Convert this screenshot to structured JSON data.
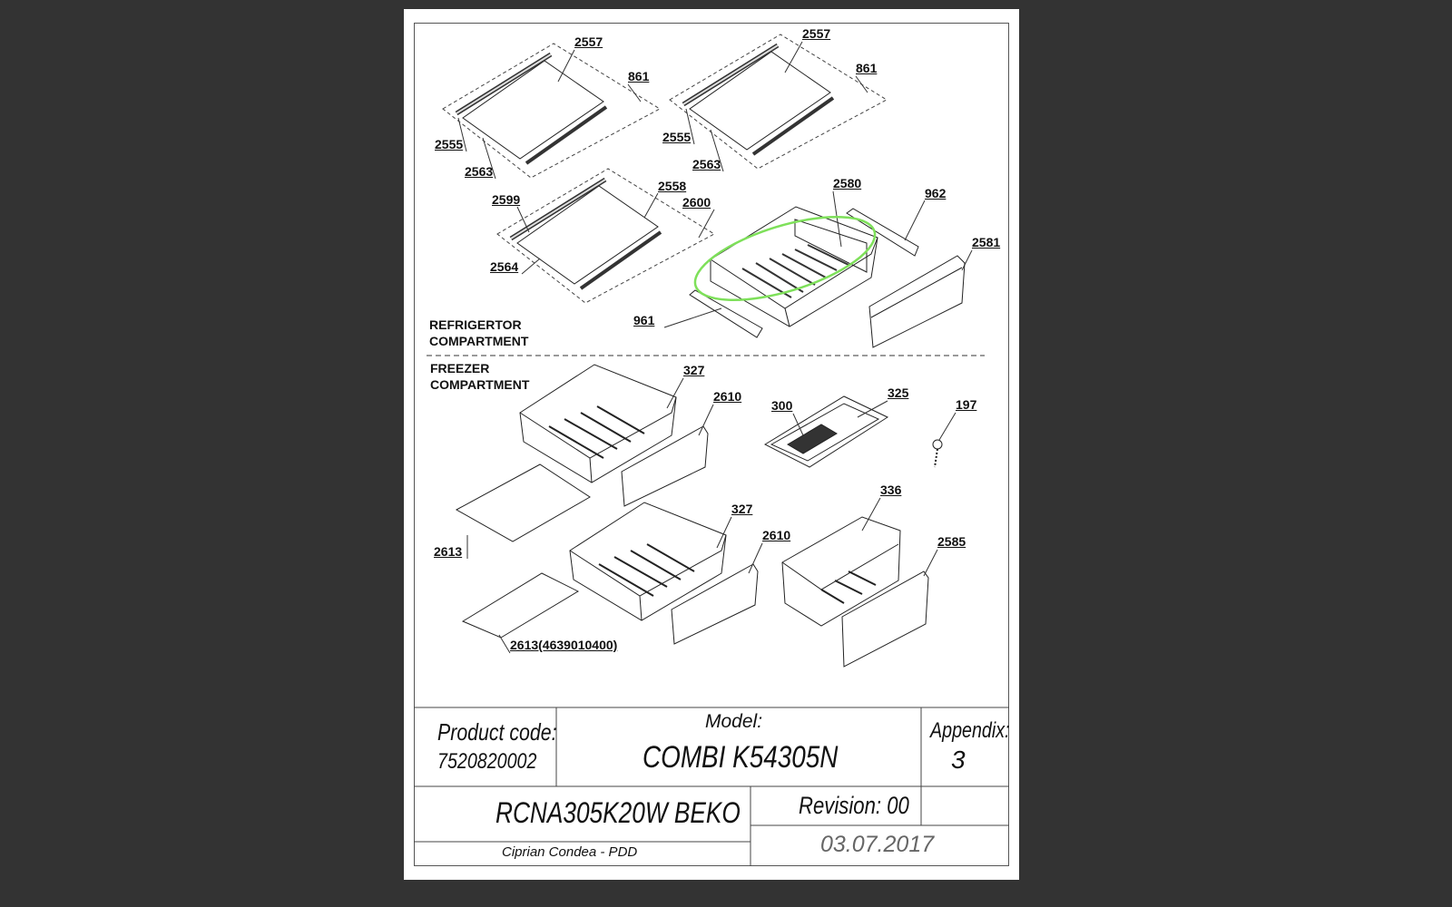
{
  "sections": {
    "refrigerator_line1": "REFRIGERTOR",
    "refrigerator_line2": "COMPARTMENT",
    "freezer_line1": "FREEZER",
    "freezer_line2": "COMPARTMENT"
  },
  "part_labels": {
    "shelf1_glass": "2557",
    "shelf1_profile": "861",
    "shelf1_rear": "2555",
    "shelf1_frame": "2563",
    "shelf2_glass": "2557",
    "shelf2_profile": "861",
    "shelf2_rear": "2555",
    "shelf2_frame": "2563",
    "shelf3_rear": "2599",
    "shelf3_glass": "2558",
    "shelf3_profile": "2600",
    "shelf3_frame": "2564",
    "crisper": "2580",
    "rail_right": "962",
    "crisper_front": "2581",
    "rail_left": "961",
    "drawer_top": "327",
    "drawer_top_front": "2610",
    "ice_tray": "300",
    "ice_tray_holder": "325",
    "ice_pin": "197",
    "glass_cover1": "2613",
    "drawer_mid": "327",
    "drawer_mid_front": "2610",
    "drawer_small": "336",
    "drawer_small_front": "2585",
    "glass_cover2": "2613(4639010400)"
  },
  "title_block": {
    "product_code_label": "Product code:",
    "product_code": "7520820002",
    "model_label": "Model:",
    "model": "COMBI K54305N",
    "appendix_label": "Appendix:",
    "appendix": "3",
    "product_name": "RCNA305K20W BEKO",
    "revision": "Revision: 00",
    "author": "Ciprian Condea - PDD",
    "date": "03.07.2017"
  },
  "highlight_color": "#7ee05a"
}
